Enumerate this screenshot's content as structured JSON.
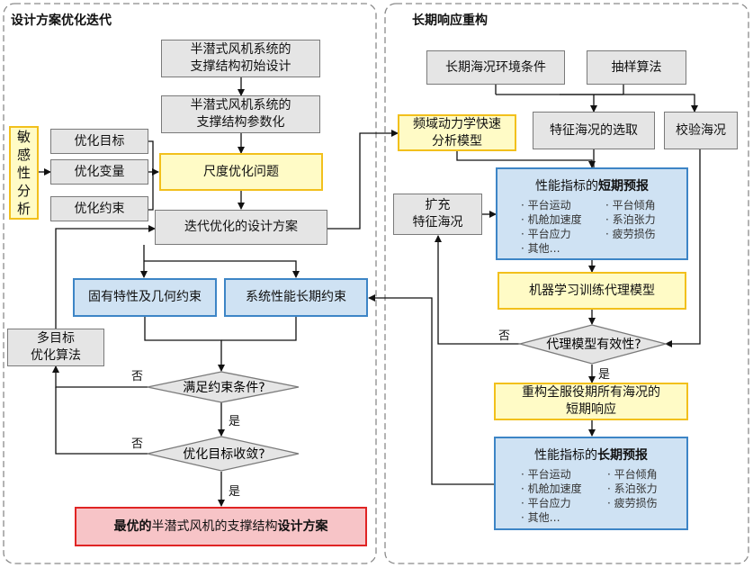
{
  "left": {
    "title": "设计方案优化迭代",
    "initial_design": [
      "半潜式风机系统的",
      "支撑结构初始设计"
    ],
    "parametrize": [
      "半潜式风机系统的",
      "支撑结构参数化"
    ],
    "sensitivity": [
      "敏",
      "感",
      "性",
      "分",
      "析"
    ],
    "objective": "优化目标",
    "variable": "优化变量",
    "constraint": "优化约束",
    "sizing_problem": "尺度优化问题",
    "iterated_design": "迭代优化的设计方案",
    "multi_objective": [
      "多目标",
      "优化算法"
    ],
    "inherent_constraint": "固有特性及几何约束",
    "longterm_constraint": "系统性能长期约束",
    "check_constraint": "满足约束条件?",
    "check_converge": "优化目标收敛?",
    "no_1": "否",
    "yes_1": "是",
    "no_2": "否",
    "yes_2": "是",
    "optimal_bold_1": "最优的",
    "optimal_plain": "半潜式风机的支撑结构",
    "optimal_bold_2": "设计方案"
  },
  "right": {
    "title": "长期响应重构",
    "env_conditions": "长期海况环境条件",
    "sampling": "抽样算法",
    "freq_model": [
      "频域动力学快速",
      "分析模型"
    ],
    "char_selection": "特征海况的选取",
    "validation": "校验海况",
    "expand": [
      "扩充",
      "特征海况"
    ],
    "short_term": {
      "title_plain": "性能指标的",
      "title_bold": "短期预报",
      "col1": [
        "平台运动",
        "机舱加速度",
        "平台应力",
        "其他…"
      ],
      "col2": [
        "平台倾角",
        "系泊张力",
        "疲劳损伤"
      ]
    },
    "ml_model": "机器学习训练代理模型",
    "validity_check": "代理模型有效性?",
    "no": "否",
    "yes": "是",
    "reconstruct": [
      "重构全服役期所有海况的",
      "短期响应"
    ],
    "long_term": {
      "title_plain": "性能指标的",
      "title_bold": "长期预报",
      "col1": [
        "平台运动",
        "机舱加速度",
        "平台应力",
        "其他…"
      ],
      "col2": [
        "平台倾角",
        "系泊张力",
        "疲劳损伤"
      ]
    }
  }
}
